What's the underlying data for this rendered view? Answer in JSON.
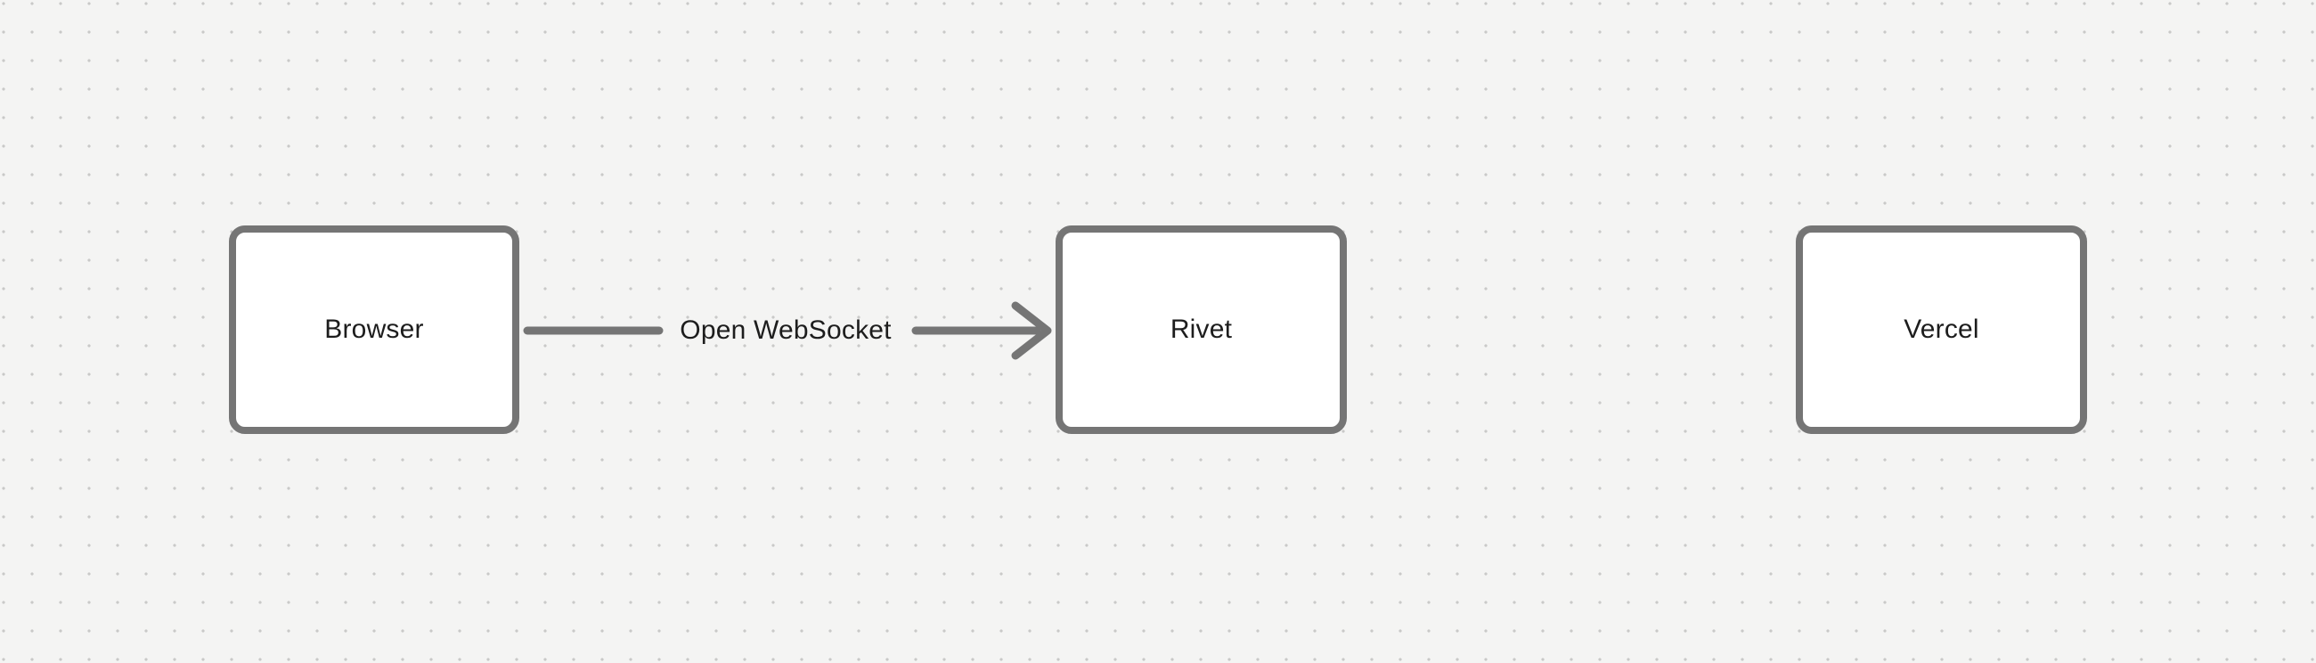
{
  "theme": {
    "canvas_bg": "#f4f4f3",
    "grid_dot": "#c9c9c8",
    "shape_stroke": "#757575",
    "shape_fill": "#ffffff",
    "label_text": "#1d1d1d"
  },
  "nodes": [
    {
      "id": "browser",
      "label": "Browser"
    },
    {
      "id": "rivet",
      "label": "Rivet"
    },
    {
      "id": "vercel",
      "label": "Vercel"
    }
  ],
  "edges": [
    {
      "id": "browser-rivet",
      "label": "Open WebSocket",
      "from": "Browser",
      "to": "Rivet",
      "arrowhead": "arrow-right"
    }
  ]
}
